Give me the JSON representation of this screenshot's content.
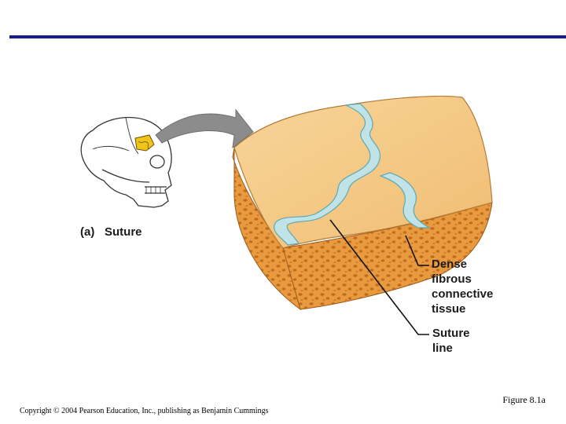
{
  "figure": {
    "caption_letter": "(a)",
    "caption_title": "Suture",
    "labels": {
      "dense": "Dense",
      "fibrous": "fibrous",
      "connective": "connective",
      "tissue": "tissue",
      "suture": "Suture",
      "line": "line"
    },
    "figure_number": "Figure 8.1a"
  },
  "footer": {
    "copyright": "Copyright © 2004 Pearson Education, Inc., publishing as Benjamin Cummings"
  },
  "colors": {
    "rule": "#1a1a8c",
    "bone_surface": "#f3c47e",
    "bone_side": "#e69a3a",
    "suture_fill": "#bfe3e6",
    "skull_highlight": "#f0c419",
    "arrow": "#8c8c8c"
  }
}
